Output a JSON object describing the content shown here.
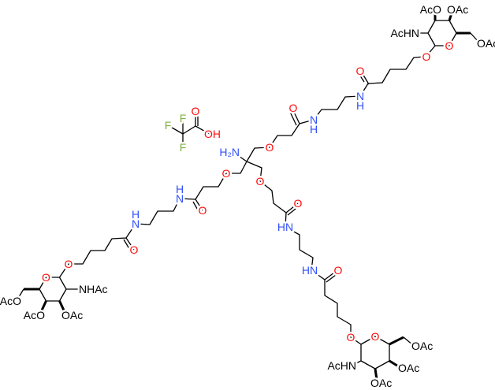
{
  "labels": {
    "O": "O",
    "N": "N",
    "H": "H",
    "HN": "HN",
    "H2N": "H₂N",
    "F": "F",
    "OH": "OH",
    "AcO": "AcO",
    "OAc": "OAc",
    "AcHN": "AcHN",
    "NHAc": "NHAc"
  },
  "colors": {
    "oxygen": "#ff0d0d",
    "nitrogen": "#3050f8",
    "fluorine": "#7fb03f",
    "carbon": "#000000"
  }
}
